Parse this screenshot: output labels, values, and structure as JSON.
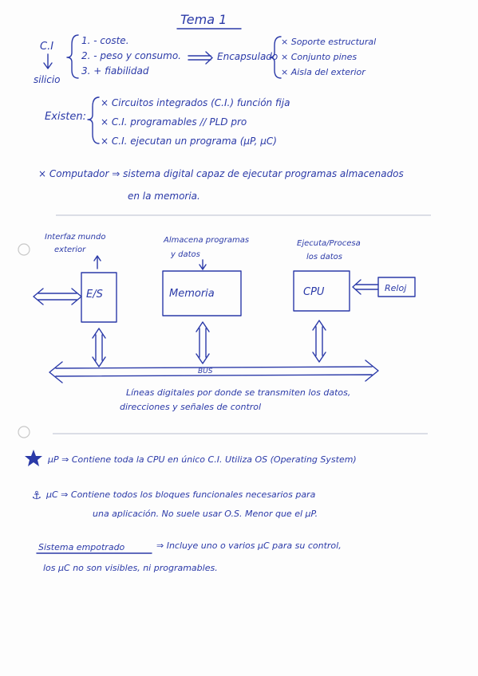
{
  "header": {
    "title": "Tema 1"
  },
  "section1": {
    "ci_label": "C.I",
    "silicio_label": "silicio",
    "items": [
      "1. - coste.",
      "2. - peso y consumo.",
      "3. + fiabilidad"
    ],
    "encapsulado_label": "Encapsulado",
    "encapsulado_items": [
      "× Soporte estructural",
      "× Conjunto pines",
      "× Aisla del exterior"
    ]
  },
  "section2": {
    "label": "Existen:",
    "items": [
      "× Circuitos integrados (C.I.) función fija",
      "× C.I. programables // PLD pro",
      "× C.I. ejecutan un programa (μP, μC)"
    ]
  },
  "section3": {
    "line1": "× Computador ⇒ sistema digital capaz de ejecutar programas almacenados",
    "line2": "en la memoria."
  },
  "diagram": {
    "io_note_line1": "Interfaz mundo",
    "io_note_line2": "exterior",
    "io_box": "E/S",
    "memory_note_line1": "Almacena programas",
    "memory_note_line2": "y datos",
    "memory_box": "Memoria",
    "cpu_note_line1": "Ejecuta/Procesa",
    "cpu_note_line2": "los datos",
    "cpu_box": "CPU",
    "relay_label": "Reloj",
    "bus_label": "BUS",
    "bus_caption_line1": "Líneas digitales por donde se transmiten los datos,",
    "bus_caption_line2": "direcciones y señales de control"
  },
  "section4": {
    "up_line": "μP ⇒ Contiene toda la CPU en único C.I. Utiliza OS (Operating System)",
    "uc_line1": "μC ⇒ Contiene todos los bloques funcionales necesarios para",
    "uc_line2": "una aplicación. No suele usar O.S. Menor que el μP.",
    "embedded_label": "Sistema empotrado",
    "embedded_rest": "⇒ Incluye uno o varios μC para su control,",
    "embedded_line2": "los μC no son visibles, ni programables."
  },
  "colors": {
    "ink": "#2b3aa8",
    "paper": "#fdfdfd",
    "rule": "#b9bfcf"
  }
}
